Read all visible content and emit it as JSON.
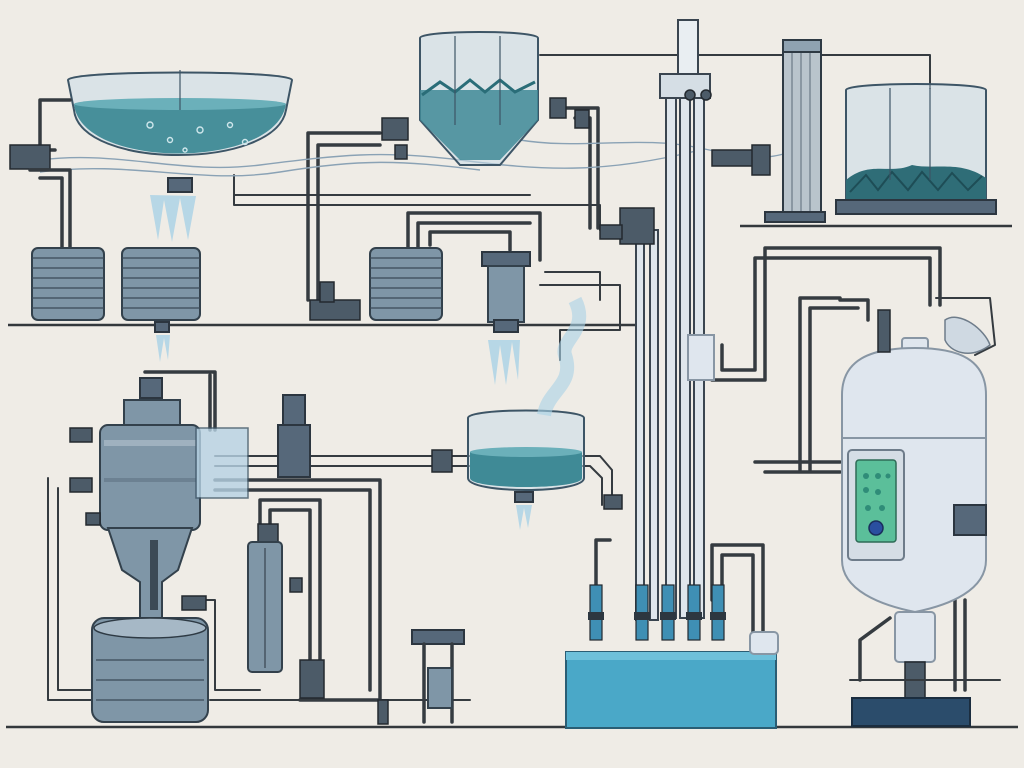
{
  "colors": {
    "background": "#efece6",
    "water": "#3f8a96",
    "water_light": "#6bb0ba",
    "glass": "#c9dde8",
    "metal": "#7f96a7",
    "metal_dark": "#56687a",
    "pipe": "#353b40",
    "base_tank": "#4aa8c8",
    "control_panel": "#5bbf9a",
    "pressure_vessel": "#dfe6ee"
  },
  "components": [
    {
      "id": "bowl-tank",
      "kind": "open glass basin with water"
    },
    {
      "id": "cone-settling-tank",
      "kind": "conical settling tank"
    },
    {
      "id": "sand-filter-tank",
      "kind": "rectangular filter tank with media"
    },
    {
      "id": "column-filter",
      "kind": "tall cylindrical column"
    },
    {
      "id": "cartridge-drums",
      "kind": "ribbed drums"
    },
    {
      "id": "mixing-basin",
      "kind": "small glass basin"
    },
    {
      "id": "reactor-vessel",
      "kind": "vertical reactor with hopper"
    },
    {
      "id": "pressure-vessel",
      "kind": "white pressure vessel with control panel"
    },
    {
      "id": "reservoir",
      "kind": "blue base reservoir"
    },
    {
      "id": "vertical-columns",
      "kind": "tall pipe columns"
    }
  ]
}
